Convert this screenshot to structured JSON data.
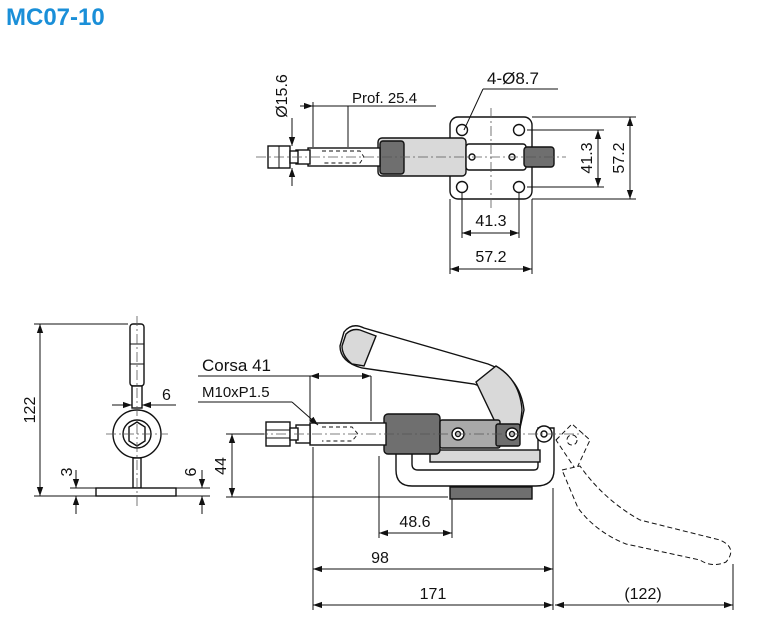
{
  "title": "MC07-10",
  "top_view": {
    "dim_rod_diameter": "Ø15.6",
    "dim_depth": "Prof. 25.4",
    "dim_holes": "4-Ø8.7",
    "dim_hole_spacing_v": "41.3",
    "dim_base_v": "57.2",
    "dim_hole_spacing_h": "41.3",
    "dim_base_h": "57.2"
  },
  "side_view": {
    "dim_height": "122",
    "dim_handle_width": "6",
    "dim_base_thickness": "3",
    "dim_base_thickness_right": "6"
  },
  "front_view": {
    "stroke_label": "Corsa 41",
    "thread_label": "M10xP1.5",
    "dim_rod_height": "44",
    "dim_48_6": "48.6",
    "dim_98": "98",
    "dim_171": "171",
    "dim_122": "(122)"
  }
}
